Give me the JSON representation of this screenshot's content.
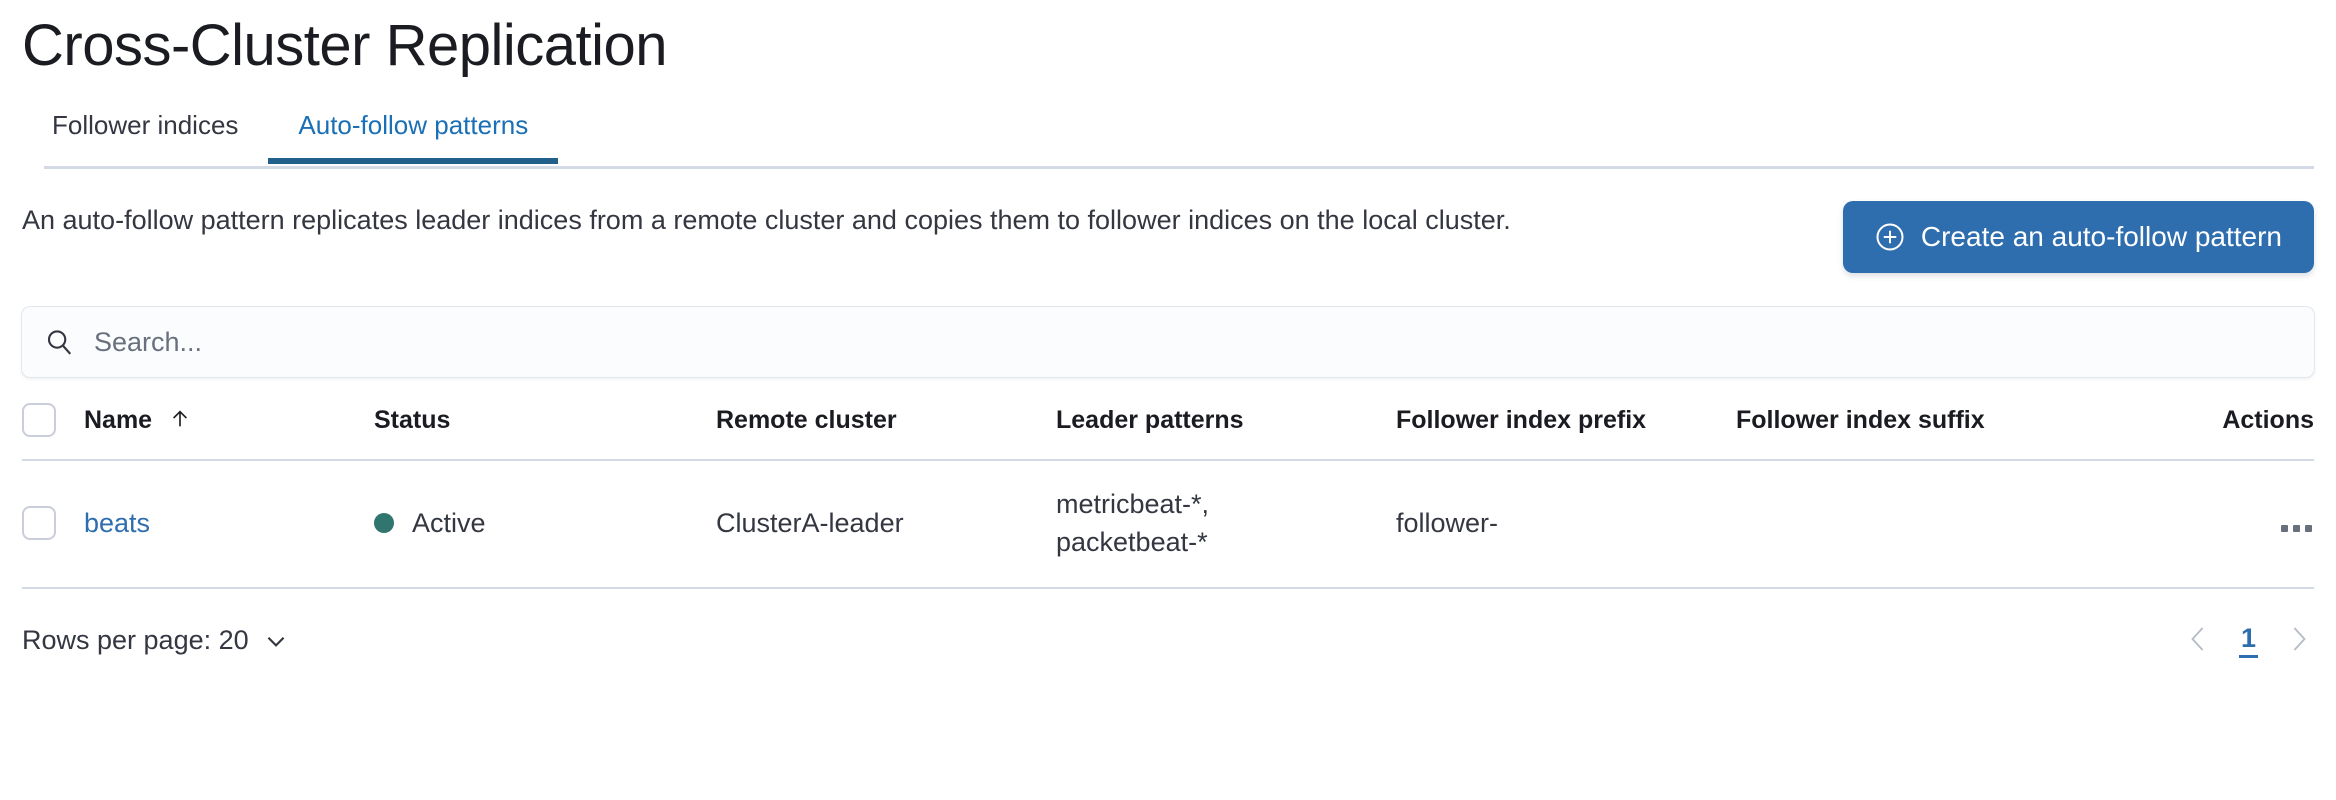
{
  "header": {
    "title": "Cross-Cluster Replication"
  },
  "tabs": [
    {
      "label": "Follower indices",
      "active": false,
      "name": "tab-follower-indices"
    },
    {
      "label": "Auto-follow patterns",
      "active": true,
      "name": "tab-auto-follow-patterns"
    }
  ],
  "intro": {
    "description": "An auto-follow pattern replicates leader indices from a remote cluster and copies them to follower indices on the local cluster.",
    "create_button_label": "Create an auto-follow pattern",
    "create_button_icon": "plus-in-circle-icon"
  },
  "search": {
    "placeholder": "Search...",
    "value": "",
    "icon": "search-icon"
  },
  "table": {
    "columns": [
      {
        "key": "select",
        "label": ""
      },
      {
        "key": "name",
        "label": "Name",
        "sorted": "asc",
        "sort_icon": "arrow-up-icon"
      },
      {
        "key": "status",
        "label": "Status"
      },
      {
        "key": "remote_cluster",
        "label": "Remote cluster"
      },
      {
        "key": "leader_patterns",
        "label": "Leader patterns"
      },
      {
        "key": "follower_index_prefix",
        "label": "Follower index prefix"
      },
      {
        "key": "follower_index_suffix",
        "label": "Follower index suffix"
      },
      {
        "key": "actions",
        "label": "Actions"
      }
    ],
    "rows": [
      {
        "selected": false,
        "name": "beats",
        "status": "Active",
        "status_color": "#30756e",
        "remote_cluster": "ClusterA-leader",
        "leader_patterns": "metricbeat-*,\npacketbeat-*",
        "follower_index_prefix": "follower-",
        "follower_index_suffix": "",
        "actions_icon": "ellipsis-horizontal-icon"
      }
    ]
  },
  "footer": {
    "rows_per_page_label": "Rows per page: 20",
    "rows_per_page_icon": "chevron-down-icon",
    "prev_icon": "chevron-left-icon",
    "next_icon": "chevron-right-icon",
    "current_page": "1"
  },
  "colors": {
    "accent_blue": "#2f6eae",
    "tab_active_blue": "#1a6fb5",
    "tab_underline": "#22608c",
    "status_active": "#30756e",
    "border": "#d3dae6",
    "text": "#343741"
  }
}
